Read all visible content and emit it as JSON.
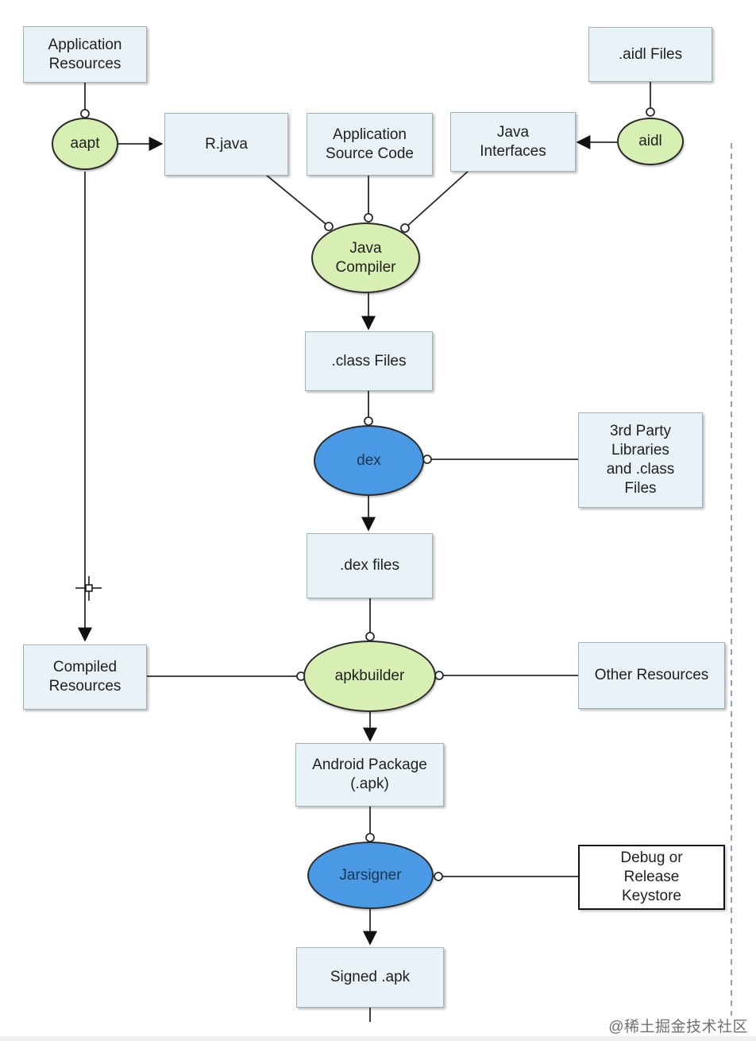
{
  "boxes": {
    "application_resources": "Application\nResources",
    "aidl_files": ".aidl Files",
    "r_java": "R.java",
    "application_source_code": "Application\nSource Code",
    "java_interfaces": "Java\nInterfaces",
    "class_files": ".class Files",
    "third_party": "3rd Party\nLibraries\nand .class\nFiles",
    "dex_files": ".dex files",
    "compiled_resources": "Compiled\nResources",
    "other_resources": "Other Resources",
    "android_package": "Android Package\n(.apk)",
    "debug_release_keystore": "Debug or\nRelease\nKeystore",
    "signed_apk": "Signed .apk"
  },
  "nodes": {
    "aapt": "aapt",
    "aidl": "aidl",
    "java_compiler": "Java\nCompiler",
    "dex": "dex",
    "apkbuilder": "apkbuilder",
    "jarsigner": "Jarsigner"
  },
  "watermark": "@稀土掘金技术社区",
  "colors": {
    "box_fill": "#e8f2f7",
    "green_node": "#d8efb3",
    "blue_node": "#4a99e4",
    "divider": "#6f7fa8"
  }
}
